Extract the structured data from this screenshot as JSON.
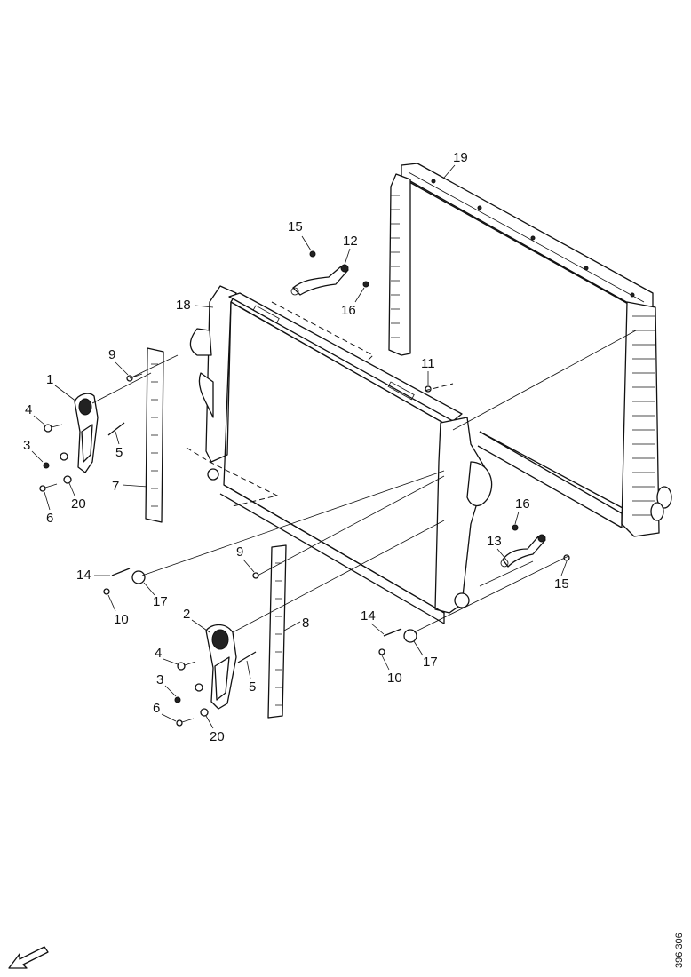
{
  "diagram": {
    "callouts": [
      {
        "id": "c19",
        "label": "19"
      },
      {
        "id": "c15a",
        "label": "15"
      },
      {
        "id": "c12",
        "label": "12"
      },
      {
        "id": "c16a",
        "label": "16"
      },
      {
        "id": "c18",
        "label": "18"
      },
      {
        "id": "c9a",
        "label": "9"
      },
      {
        "id": "c11",
        "label": "11"
      },
      {
        "id": "c1",
        "label": "1"
      },
      {
        "id": "c4a",
        "label": "4"
      },
      {
        "id": "c3a",
        "label": "3"
      },
      {
        "id": "c5a",
        "label": "5"
      },
      {
        "id": "c7",
        "label": "7"
      },
      {
        "id": "c20a",
        "label": "20"
      },
      {
        "id": "c6a",
        "label": "6"
      },
      {
        "id": "c16b",
        "label": "16"
      },
      {
        "id": "c13",
        "label": "13"
      },
      {
        "id": "c15b",
        "label": "15"
      },
      {
        "id": "c14a",
        "label": "14"
      },
      {
        "id": "c9b",
        "label": "9"
      },
      {
        "id": "c17a",
        "label": "17"
      },
      {
        "id": "c10a",
        "label": "10"
      },
      {
        "id": "c8",
        "label": "8"
      },
      {
        "id": "c2",
        "label": "2"
      },
      {
        "id": "c14b",
        "label": "14"
      },
      {
        "id": "c4b",
        "label": "4"
      },
      {
        "id": "c17b",
        "label": "17"
      },
      {
        "id": "c10b",
        "label": "10"
      },
      {
        "id": "c3b",
        "label": "3"
      },
      {
        "id": "c5b",
        "label": "5"
      },
      {
        "id": "c6b",
        "label": "6"
      },
      {
        "id": "c20b",
        "label": "20"
      }
    ],
    "reference_number": "396 306",
    "colors": {
      "ink": "#111111",
      "paper": "#ffffff"
    },
    "icons": [
      "front-direction-arrow-icon"
    ]
  }
}
